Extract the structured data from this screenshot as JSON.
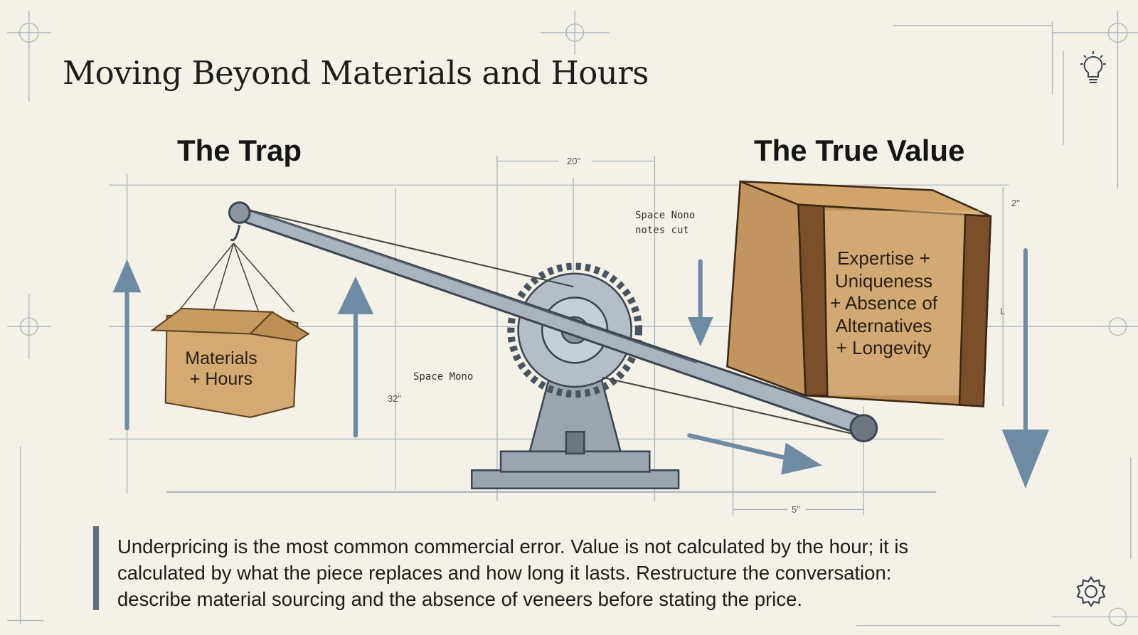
{
  "slide": {
    "title": "Moving Beyond Materials and Hours",
    "left_heading": "The Trap",
    "right_heading": "The True Value",
    "small_box": {
      "line1": "Materials",
      "line2": "+ Hours"
    },
    "big_crate": {
      "lines": [
        "Expertise +",
        "Uniqueness",
        "+ Absence of",
        "Alternatives",
        "+ Longevity"
      ]
    },
    "annotations": {
      "top_note_line1": "Space Nono",
      "top_note_line2": "notes cut",
      "bottom_note": "Space Mono"
    },
    "dimensions": {
      "top": "20\"",
      "right_top": "2\"",
      "right_side": "L",
      "left": "32\"",
      "bottom": "5\""
    },
    "body": [
      "Underpricing is the most common commercial error. Value is not calculated by the hour; it is",
      "calculated by what the piece replaces and how long it lasts. Restructure the conversation:",
      "describe material sourcing and the absence of veneers before stating the price."
    ],
    "icons": {
      "top_right": "lightbulb-icon",
      "bottom_right": "gear-icon"
    },
    "colors": {
      "background": "#f4f1e9",
      "steel": "#7d8a97",
      "wood": "#b88a55",
      "cardboard": "#d2a871",
      "accent_bar": "#5e6f80"
    }
  }
}
